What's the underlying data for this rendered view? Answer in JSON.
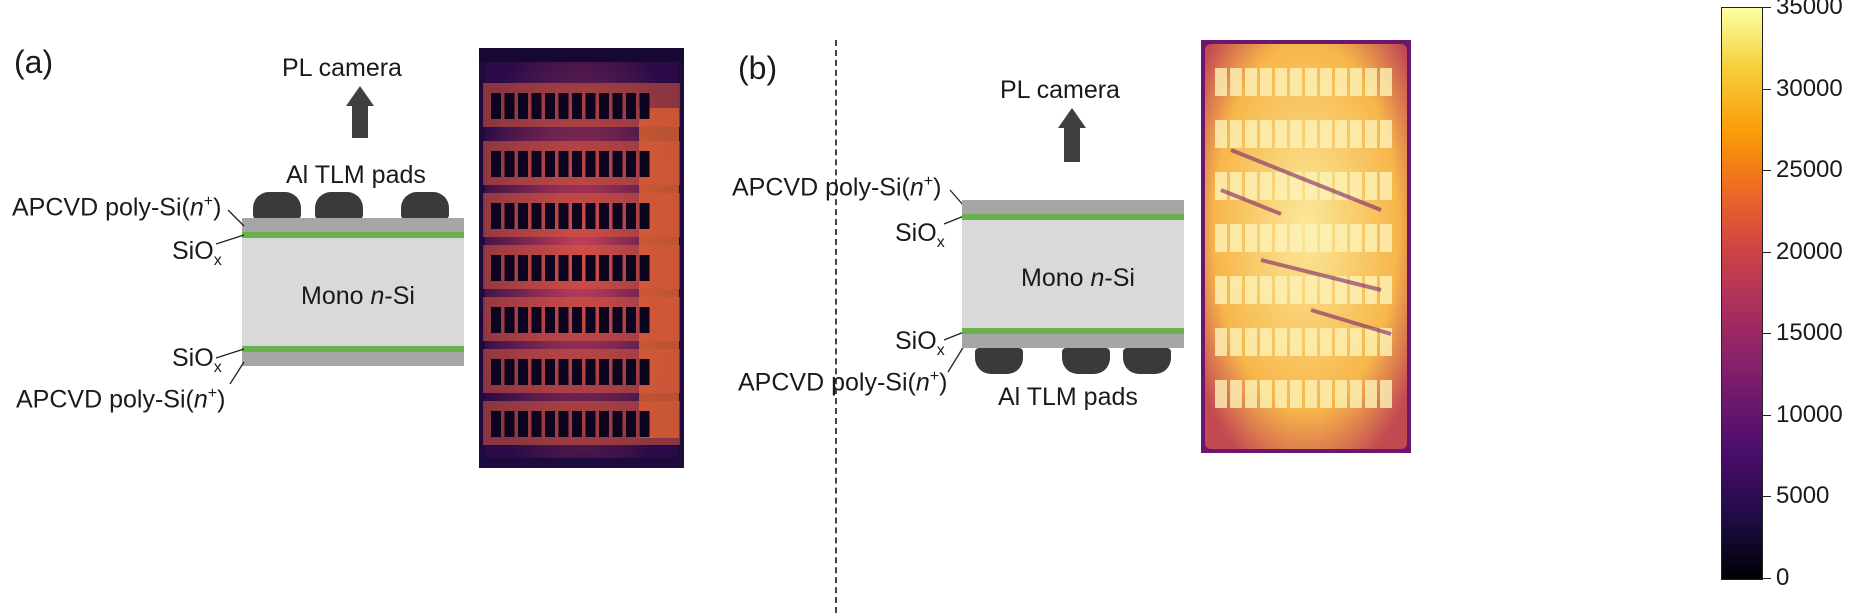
{
  "panels": [
    {
      "label": "(a)",
      "camera_label": "PL camera",
      "pads_label": "Al TLM pads",
      "wafer_label_prefix": "Mono ",
      "wafer_label_italic": "n",
      "wafer_label_suffix": "-Si",
      "top_poly_prefix": "APCVD poly-Si(",
      "top_poly_italic": "n",
      "top_poly_sup": "+",
      "top_poly_suffix": ")",
      "top_oxide": "SiO",
      "top_oxide_sub": "x",
      "bottom_oxide": "SiO",
      "bottom_oxide_sub": "x",
      "bottom_poly_prefix": "APCVD poly-Si(",
      "bottom_poly_italic": "n",
      "bottom_poly_sup": "+",
      "bottom_poly_suffix": ")"
    },
    {
      "label": "(b)",
      "camera_label": "PL camera",
      "pads_label": "Al TLM pads",
      "wafer_label_prefix": "Mono ",
      "wafer_label_italic": "n",
      "wafer_label_suffix": "-Si",
      "top_poly_prefix": "APCVD poly-Si(",
      "top_poly_italic": "n",
      "top_poly_sup": "+",
      "top_poly_suffix": ")",
      "top_oxide": "SiO",
      "top_oxide_sub": "x",
      "bottom_oxide": "SiO",
      "bottom_oxide_sub": "x",
      "bottom_poly_prefix": "APCVD poly-Si(",
      "bottom_poly_italic": "n",
      "bottom_poly_sup": "+",
      "bottom_poly_suffix": ")"
    }
  ],
  "colorbar": {
    "colormap": "inferno",
    "min": 0,
    "max": 35000,
    "ticks": [
      "0",
      "5000",
      "10000",
      "15000",
      "20000",
      "25000",
      "30000",
      "35000"
    ]
  },
  "colors": {
    "poly_si": "#a6a6a6",
    "oxide": "#6ab04c",
    "wafer": "#d9d9d9",
    "pads": "#3a3a3a",
    "arrow": "#404040"
  }
}
